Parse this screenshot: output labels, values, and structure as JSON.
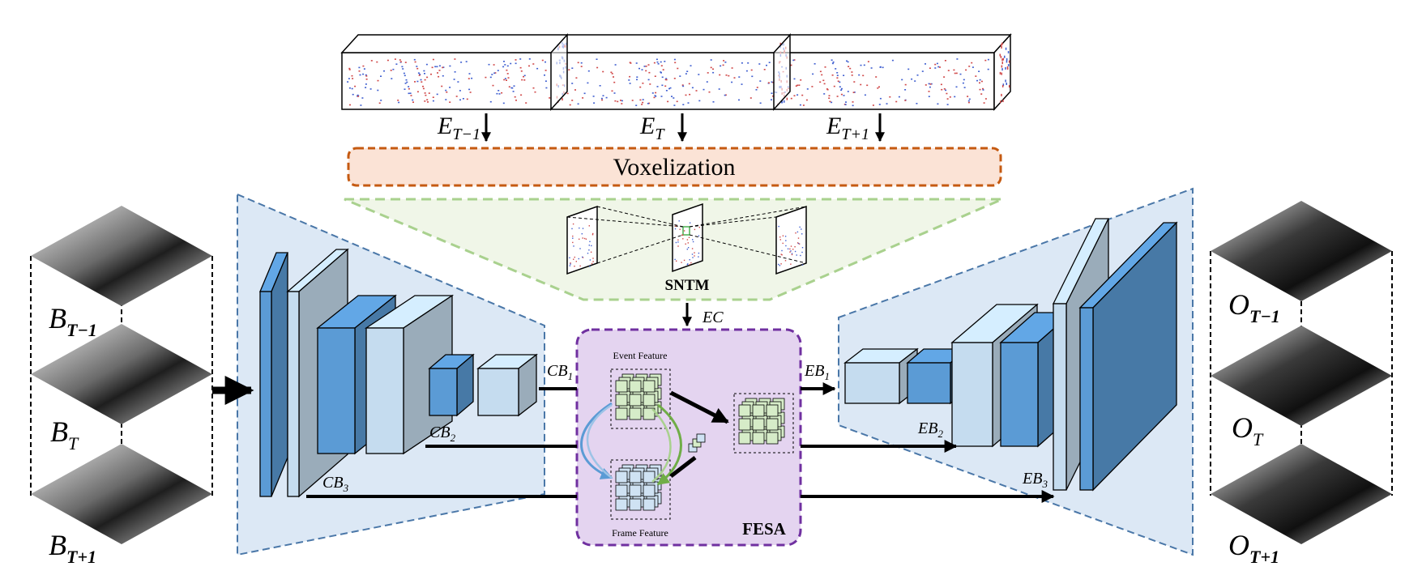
{
  "event_stream": {
    "labels": [
      {
        "main": "E",
        "sub": "T−1"
      },
      {
        "main": "E",
        "sub": "T"
      },
      {
        "main": "E",
        "sub": "T+1"
      }
    ]
  },
  "voxelization": {
    "label": "Voxelization"
  },
  "sntm": {
    "label": "SNTM"
  },
  "ec": {
    "label": "EC"
  },
  "fesa": {
    "label": "FESA",
    "event_feature": "Event Feature",
    "frame_feature": "Frame Feature"
  },
  "inputs": [
    {
      "main": "B",
      "sub": "T−1"
    },
    {
      "main": "B",
      "sub": "T"
    },
    {
      "main": "B",
      "sub": "T+1"
    }
  ],
  "outputs": [
    {
      "main": "O",
      "sub": "T−1"
    },
    {
      "main": "O",
      "sub": "T"
    },
    {
      "main": "O",
      "sub": "T+1"
    }
  ],
  "encoder_skips": [
    {
      "main": "CB",
      "sub": "1"
    },
    {
      "main": "CB",
      "sub": "2"
    },
    {
      "main": "CB",
      "sub": "3"
    }
  ],
  "decoder_skips": [
    {
      "main": "EB",
      "sub": "1"
    },
    {
      "main": "EB",
      "sub": "2"
    },
    {
      "main": "EB",
      "sub": "3"
    }
  ],
  "colors": {
    "encoder_bg": "#dce8f5",
    "encoder_border": "#4a77a8",
    "block_dark": "#5b9bd5",
    "block_light": "#c5dcef",
    "voxel_fill": "#fbe3d6",
    "voxel_border": "#c55a11",
    "sntm_border": "#a9d18e",
    "fesa_fill": "#e4d4f0",
    "fesa_border": "#7030a0"
  }
}
